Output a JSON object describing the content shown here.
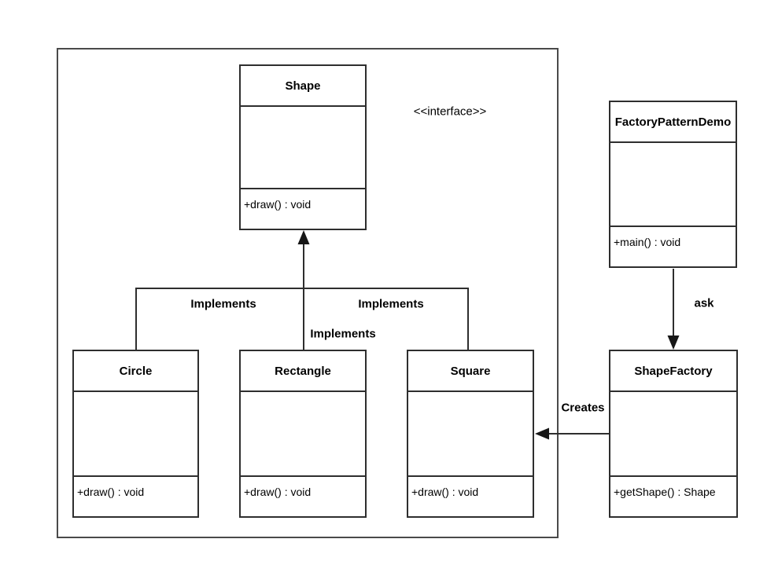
{
  "stereotype_label": "<<interface>>",
  "classes": {
    "shape": {
      "name": "Shape",
      "method": "+draw() : void"
    },
    "demo": {
      "name": "FactoryPatternDemo",
      "method": "+main() : void"
    },
    "circle": {
      "name": "Circle",
      "method": "+draw() : void"
    },
    "rect": {
      "name": "Rectangle",
      "method": "+draw() : void"
    },
    "square": {
      "name": "Square",
      "method": "+draw() : void"
    },
    "factory": {
      "name": "ShapeFactory",
      "method": "+getShape() : Shape"
    }
  },
  "relationship_labels": {
    "implements_left": "Implements",
    "implements_middle": "Implements",
    "implements_right": "Implements",
    "ask": "ask",
    "creates": "Creates"
  },
  "colors": {
    "line": "#2e2e2e",
    "frame": "#4a4a4a",
    "text": "#000000",
    "background": "#ffffff"
  }
}
